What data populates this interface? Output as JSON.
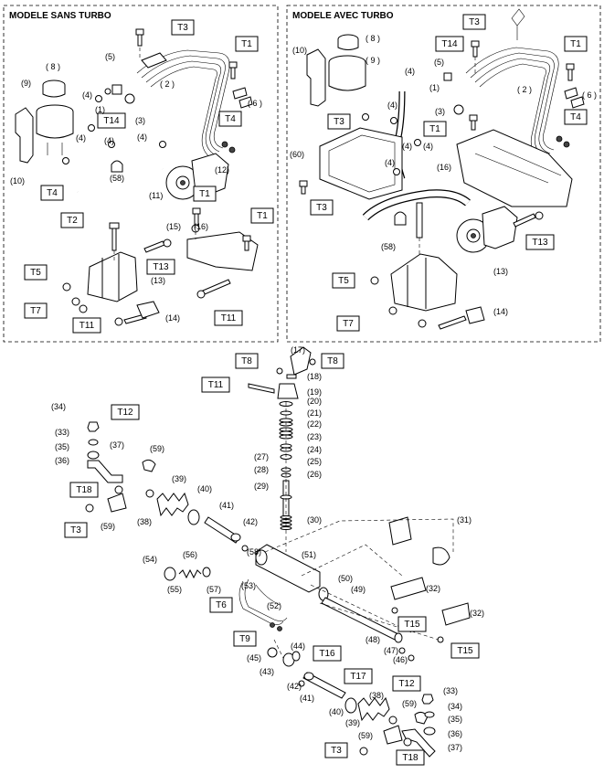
{
  "panels": {
    "left_title": "MODELE SANS TURBO",
    "right_title": "MODELE AVEC TURBO"
  },
  "torque_tags": [
    {
      "id": "l_T3",
      "label": "T3"
    },
    {
      "id": "l_T1a",
      "label": "T1"
    },
    {
      "id": "l_T14",
      "label": "T14"
    },
    {
      "id": "l_T4a",
      "label": "T4"
    },
    {
      "id": "l_T4b",
      "label": "T4"
    },
    {
      "id": "l_T1b",
      "label": "T1"
    },
    {
      "id": "l_T2",
      "label": "T2"
    },
    {
      "id": "l_T1c",
      "label": "T1"
    },
    {
      "id": "l_T13",
      "label": "T13"
    },
    {
      "id": "l_T5",
      "label": "T5"
    },
    {
      "id": "l_T7",
      "label": "T7"
    },
    {
      "id": "l_T11a",
      "label": "T11"
    },
    {
      "id": "l_T11b",
      "label": "T11"
    },
    {
      "id": "r_T3a",
      "label": "T3"
    },
    {
      "id": "r_T14",
      "label": "T14"
    },
    {
      "id": "r_T1a",
      "label": "T1"
    },
    {
      "id": "r_T3b",
      "label": "T3"
    },
    {
      "id": "r_T1b",
      "label": "T1"
    },
    {
      "id": "r_T4",
      "label": "T4"
    },
    {
      "id": "r_T3c",
      "label": "T3"
    },
    {
      "id": "r_T13",
      "label": "T13"
    },
    {
      "id": "r_T5",
      "label": "T5"
    },
    {
      "id": "r_T7",
      "label": "T7"
    },
    {
      "id": "b_T8a",
      "label": "T8"
    },
    {
      "id": "b_T8b",
      "label": "T8"
    },
    {
      "id": "b_T11",
      "label": "T11"
    },
    {
      "id": "b_T12a",
      "label": "T12"
    },
    {
      "id": "b_T18a",
      "label": "T18"
    },
    {
      "id": "b_T3a",
      "label": "T3"
    },
    {
      "id": "b_T6",
      "label": "T6"
    },
    {
      "id": "b_T9",
      "label": "T9"
    },
    {
      "id": "b_T15a",
      "label": "T15"
    },
    {
      "id": "b_T15b",
      "label": "T15"
    },
    {
      "id": "b_T16",
      "label": "T16"
    },
    {
      "id": "b_T17",
      "label": "T17"
    },
    {
      "id": "b_T12b",
      "label": "T12"
    },
    {
      "id": "b_T3b",
      "label": "T3"
    },
    {
      "id": "b_T18b",
      "label": "T18"
    }
  ],
  "callouts": [
    {
      "id": "l_8",
      "label": "( 8 )"
    },
    {
      "id": "l_9",
      "label": "(9)"
    },
    {
      "id": "l_4a",
      "label": "(4)"
    },
    {
      "id": "l_5",
      "label": "(5)"
    },
    {
      "id": "l_2",
      "label": "( 2 )"
    },
    {
      "id": "l_1",
      "label": "(1)"
    },
    {
      "id": "l_3",
      "label": "(3)"
    },
    {
      "id": "l_6",
      "label": "( 6 )"
    },
    {
      "id": "l_4b",
      "label": "(4)"
    },
    {
      "id": "l_4c",
      "label": "(4)"
    },
    {
      "id": "l_4d",
      "label": "(4)"
    },
    {
      "id": "l_58",
      "label": "(58)"
    },
    {
      "id": "l_12",
      "label": "(12)"
    },
    {
      "id": "l_11",
      "label": "(11)"
    },
    {
      "id": "l_10",
      "label": "(10)"
    },
    {
      "id": "l_15",
      "label": "(15)"
    },
    {
      "id": "l_16",
      "label": "(16)"
    },
    {
      "id": "l_13",
      "label": "(13)"
    },
    {
      "id": "l_14",
      "label": "(14)"
    },
    {
      "id": "r_8",
      "label": "( 8 )"
    },
    {
      "id": "r_9",
      "label": "( 9 )"
    },
    {
      "id": "r_10",
      "label": "(10)"
    },
    {
      "id": "r_4a",
      "label": "(4)"
    },
    {
      "id": "r_5",
      "label": "(5)"
    },
    {
      "id": "r_1",
      "label": "(1)"
    },
    {
      "id": "r_2",
      "label": "( 2 )"
    },
    {
      "id": "r_6",
      "label": "( 6 )"
    },
    {
      "id": "r_3",
      "label": "(3)"
    },
    {
      "id": "r_4b",
      "label": "(4)"
    },
    {
      "id": "r_4c",
      "label": "(4)"
    },
    {
      "id": "r_4d",
      "label": "(4)"
    },
    {
      "id": "r_60",
      "label": "(60)"
    },
    {
      "id": "r_16",
      "label": "(16)"
    },
    {
      "id": "r_4e",
      "label": "(4)"
    },
    {
      "id": "r_58",
      "label": "(58)"
    },
    {
      "id": "r_13",
      "label": "(13)"
    },
    {
      "id": "r_14",
      "label": "(14)"
    },
    {
      "id": "b_17",
      "label": "(17)"
    },
    {
      "id": "b_18",
      "label": "(18)"
    },
    {
      "id": "b_19",
      "label": "(19)"
    },
    {
      "id": "b_20",
      "label": "(20)"
    },
    {
      "id": "b_21",
      "label": "(21)"
    },
    {
      "id": "b_22",
      "label": "(22)"
    },
    {
      "id": "b_23",
      "label": "(23)"
    },
    {
      "id": "b_24",
      "label": "(24)"
    },
    {
      "id": "b_27",
      "label": "(27)"
    },
    {
      "id": "b_25",
      "label": "(25)"
    },
    {
      "id": "b_28",
      "label": "(28)"
    },
    {
      "id": "b_26",
      "label": "(26)"
    },
    {
      "id": "b_29",
      "label": "(29)"
    },
    {
      "id": "b_30",
      "label": "(30)"
    },
    {
      "id": "b_34a",
      "label": "(34)"
    },
    {
      "id": "b_33a",
      "label": "(33)"
    },
    {
      "id": "b_35a",
      "label": "(35)"
    },
    {
      "id": "b_36a",
      "label": "(36)"
    },
    {
      "id": "b_37a",
      "label": "(37)"
    },
    {
      "id": "b_59a",
      "label": "(59)"
    },
    {
      "id": "b_39a",
      "label": "(39)"
    },
    {
      "id": "b_40a",
      "label": "(40)"
    },
    {
      "id": "b_41a",
      "label": "(41)"
    },
    {
      "id": "b_38a",
      "label": "(38)"
    },
    {
      "id": "b_59b",
      "label": "(59)"
    },
    {
      "id": "b_42a",
      "label": "(42)"
    },
    {
      "id": "b_58",
      "label": "(58)"
    },
    {
      "id": "b_54",
      "label": "(54)"
    },
    {
      "id": "b_56",
      "label": "(56)"
    },
    {
      "id": "b_55",
      "label": "(55)"
    },
    {
      "id": "b_57",
      "label": "(57)"
    },
    {
      "id": "b_51",
      "label": "(51)"
    },
    {
      "id": "b_31",
      "label": "(31)"
    },
    {
      "id": "b_53",
      "label": "(53)"
    },
    {
      "id": "b_50",
      "label": "(50)"
    },
    {
      "id": "b_49",
      "label": "(49)"
    },
    {
      "id": "b_32a",
      "label": "(32)"
    },
    {
      "id": "b_52",
      "label": "(52)"
    },
    {
      "id": "b_32b",
      "label": "(32)"
    },
    {
      "id": "b_48",
      "label": "(48)"
    },
    {
      "id": "b_47",
      "label": "(47)"
    },
    {
      "id": "b_46",
      "label": "(46)"
    },
    {
      "id": "b_44",
      "label": "(44)"
    },
    {
      "id": "b_45",
      "label": "(45)"
    },
    {
      "id": "b_43",
      "label": "(43)"
    },
    {
      "id": "b_42b",
      "label": "(42)"
    },
    {
      "id": "b_41b",
      "label": "(41)"
    },
    {
      "id": "b_40b",
      "label": "(40)"
    },
    {
      "id": "b_38b",
      "label": "(38)"
    },
    {
      "id": "b_39b",
      "label": "(39)"
    },
    {
      "id": "b_59c",
      "label": "(59)"
    },
    {
      "id": "b_59d",
      "label": "(59)"
    },
    {
      "id": "b_33b",
      "label": "(33)"
    },
    {
      "id": "b_34b",
      "label": "(34)"
    },
    {
      "id": "b_35b",
      "label": "(35)"
    },
    {
      "id": "b_36b",
      "label": "(36)"
    },
    {
      "id": "b_37b",
      "label": "(37)"
    }
  ]
}
